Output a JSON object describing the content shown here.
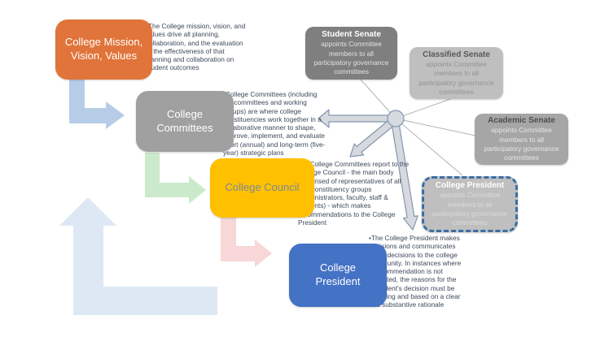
{
  "flow": [
    {
      "label": "College Mission, Vision, Values",
      "note": "•The College mission, vision, and values drive all planning, collaboration, and the evaluation of the effectiveness of that planning and collaboration on student outcomes"
    },
    {
      "label": "College Committees",
      "note": "•College Committees (including subcommittees and working groups) are where college constituencies work together in a collaborative manner to shape, approve, implement, and evaluate short (annual) and long-term (five-year) strategic plans"
    },
    {
      "label": "College Council",
      "note": "•All College Committees report to the College Council - the main body comprised of representatives of all four constituency groups (administrators, faculty, staff & students) - which makes recommendations to the College President"
    },
    {
      "label": "College President",
      "note": "•The College President makes decisions and communicates those decisions to the college community.  In instances where a recommendation is not accepted, the reasons for the President's decision must be in writing and based on a clear and substantive rationale"
    }
  ],
  "appointers": [
    {
      "title": "Student Senate",
      "body": "appoints Committee members to all participatory governance committees"
    },
    {
      "title": "Classified Senate",
      "body": "appoints Committee members to all participatory governance committees"
    },
    {
      "title": "Academic Senate",
      "body": "appoints Committee members to all participatory governance committees"
    },
    {
      "title": "College President",
      "body": "appoints Committee members to all participatory governance committees"
    }
  ],
  "colors": {
    "mission_box": "#E0743A",
    "committees_box": "#A0A0A0",
    "council_box": "#FFC000",
    "president_box": "#4472C4",
    "student_senate_box": "#7F7F7F",
    "classified_senate_box": "#BFBFBF",
    "academic_senate_box": "#A6A6A6",
    "president_appoints_box": "#BFBFBF",
    "president_appoints_border": "#3A6EA5",
    "elbow_arrow_blue": "#B7CDE7",
    "elbow_arrow_green": "#CBEACB",
    "elbow_arrow_pink": "#F7D7D7",
    "feedback_arrow": "#DEE8F5",
    "hub_arrow_fill": "#D6D9DE",
    "hub_arrow_stroke": "#8496B0",
    "connector_line": "#B3B3B3",
    "note_text": "#3D4A5C"
  }
}
